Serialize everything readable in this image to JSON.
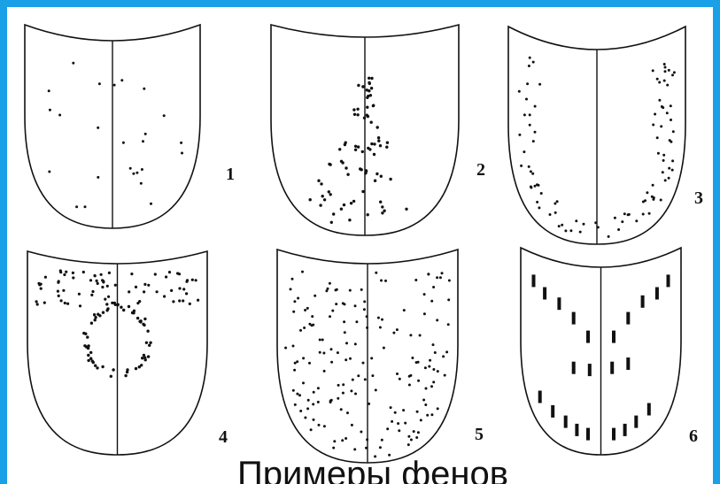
{
  "caption": "Примеры фенов",
  "numbers": [
    "1",
    "2",
    "3",
    "4",
    "5",
    "6"
  ],
  "panels": [
    {
      "label": "1",
      "pattern": "sparse-scattered-dots"
    },
    {
      "label": "2",
      "pattern": "central-fan-dots"
    },
    {
      "label": "3",
      "pattern": "border-u-dots"
    },
    {
      "label": "4",
      "pattern": "top-band-and-ring-dots"
    },
    {
      "label": "5",
      "pattern": "dense-uniform-dots"
    },
    {
      "label": "6",
      "pattern": "v-shaped-dashes"
    }
  ],
  "colors": {
    "frame": "#19a0e6",
    "background": "#ffffff",
    "ink": "#111111"
  }
}
